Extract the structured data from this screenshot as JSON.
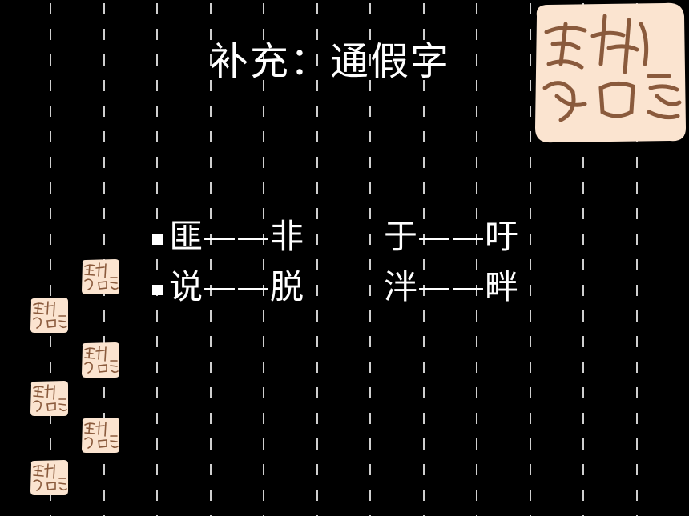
{
  "slide": {
    "title": "补充：通假字",
    "pairs": [
      {
        "left": "匪——非",
        "right": "于——吁"
      },
      {
        "left": "说——脱",
        "right": "泮——畔"
      }
    ]
  },
  "decoration": {
    "seal_text": "吉祥如意",
    "seal_fill": "#fbe4d0",
    "seal_ink": "#8a5a3c",
    "background": "#000000",
    "dash_color": "#cfcfcf"
  }
}
